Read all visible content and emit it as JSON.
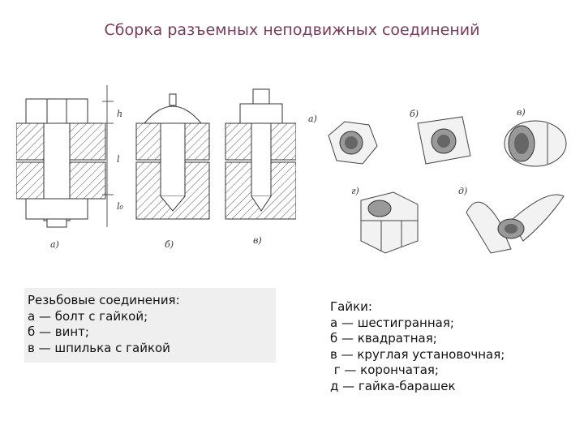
{
  "title": "Сборка разъемных неподвижных соединений",
  "left_caption": {
    "heading": "Резьбовые соединения:",
    "lines": [
      "а — болт с гайкой;",
      "б — винт;",
      "в — шпилька с гайкой"
    ]
  },
  "right_caption": {
    "heading": "Гайки:",
    "lines": [
      "а — шестигранная;",
      "б — квадратная;",
      "в — круглая установочная;",
      " г — корончатая;",
      "д — гайка-барашек"
    ]
  },
  "left_figure_labels": [
    "а)",
    "б)",
    "в)"
  ],
  "left_dimension_labels": [
    "h",
    "l",
    "l₀"
  ],
  "right_figure_labels": [
    "а)",
    "б)",
    "в)",
    "г)",
    "д)"
  ]
}
